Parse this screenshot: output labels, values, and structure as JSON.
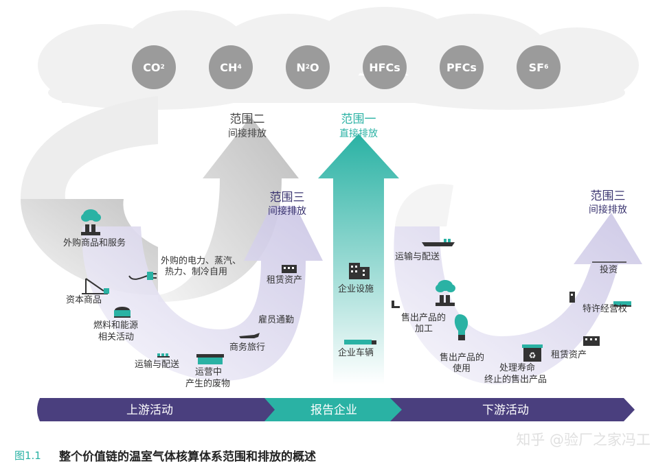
{
  "gases": [
    {
      "base": "CO",
      "sub": "2"
    },
    {
      "base": "CH",
      "sub": "4"
    },
    {
      "base": "N",
      "sub": "2",
      "tail": "O"
    },
    {
      "base": "HFCs",
      "sub": ""
    },
    {
      "base": "PFCs",
      "sub": ""
    },
    {
      "base": "SF",
      "sub": "6"
    }
  ],
  "scope2": {
    "title": "范围二",
    "subtitle": "间接排放"
  },
  "scope1": {
    "title": "范围一",
    "subtitle": "直接排放"
  },
  "scope3_up": {
    "title": "范围三",
    "subtitle": "间接排放"
  },
  "scope3_down": {
    "title": "范围三",
    "subtitle": "间接排放"
  },
  "upstream_items": {
    "purchased_goods": "外购商品和服务",
    "purchased_energy_1": "外购的电力、蒸汽、",
    "purchased_energy_2": "热力、制冷自用",
    "capital_goods": "资本商品",
    "fuel_1": "燃料和能源",
    "fuel_2": "相关活动",
    "transport": "运输与配送",
    "waste_1": "运营中",
    "waste_2": "产生的废物",
    "business_travel": "商务旅行",
    "commuting": "雇员通勤",
    "leased_assets": "租赁资产"
  },
  "company_items": {
    "facilities": "企业设施",
    "vehicles": "企业车辆"
  },
  "downstream_items": {
    "transport": "运输与配送",
    "processing_1": "售出产品的",
    "processing_2": "加工",
    "use_1": "售出产品的",
    "use_2": "使用",
    "eol_1": "处理寿命",
    "eol_2": "终止的售出产品",
    "leased_assets": "租赁资产",
    "franchises": "特许经营权",
    "investments": "投资"
  },
  "band": {
    "upstream": "上游活动",
    "reporting": "报告企业",
    "downstream": "下游活动"
  },
  "caption": {
    "number": "图1.1",
    "text": "整个价值链的温室气体核算体系范围和排放的概述"
  },
  "watermark": "知乎 @验厂之家冯工",
  "colors": {
    "teal": "#2ab2a4",
    "purple": "#4a3f7e",
    "lavender": "#ddd9ef",
    "gray": "#9b9b9b",
    "scope2_text": "#444444",
    "scope3_text": "#3a3470"
  }
}
